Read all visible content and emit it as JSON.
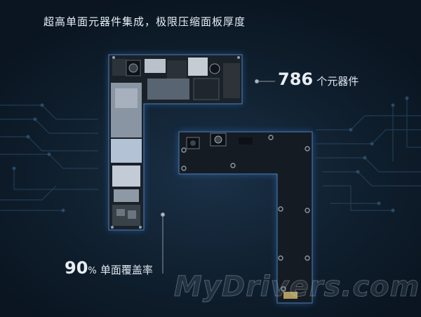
{
  "headline": "超高单面元器件集成，极限压缩面板厚度",
  "stats": {
    "components": {
      "value": "786",
      "label": "个元器件"
    },
    "coverage": {
      "value": "90",
      "unit": "%",
      "label": "单面覆盖率"
    }
  },
  "watermark": "MyDrivers.com",
  "colors": {
    "background": "#0b1826",
    "text": "#e6eef6",
    "glow": "#3e8cff",
    "board": "#141a22"
  }
}
